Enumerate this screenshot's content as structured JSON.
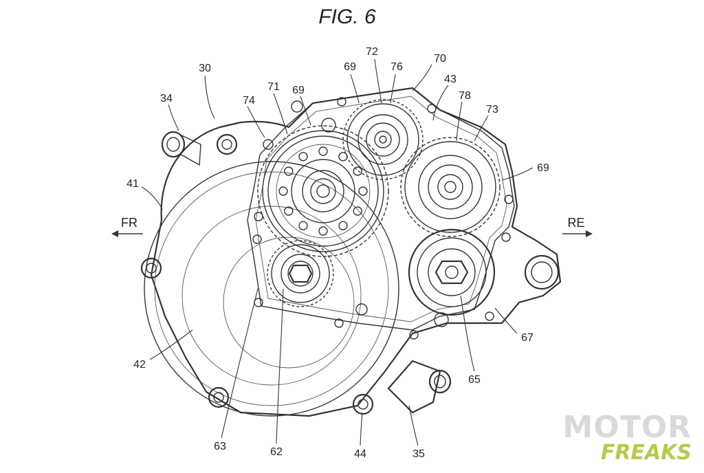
{
  "figure": {
    "title": "FIG. 6"
  },
  "directions": {
    "front": "FR",
    "rear": "RE"
  },
  "reference_numerals": [
    {
      "id": "n30",
      "text": "30"
    },
    {
      "id": "n34",
      "text": "34"
    },
    {
      "id": "n41",
      "text": "41"
    },
    {
      "id": "n74",
      "text": "74"
    },
    {
      "id": "n71",
      "text": "71"
    },
    {
      "id": "n69a",
      "text": "69"
    },
    {
      "id": "n69b",
      "text": "69"
    },
    {
      "id": "n72",
      "text": "72"
    },
    {
      "id": "n76",
      "text": "76"
    },
    {
      "id": "n70",
      "text": "70"
    },
    {
      "id": "n43",
      "text": "43"
    },
    {
      "id": "n78",
      "text": "78"
    },
    {
      "id": "n73",
      "text": "73"
    },
    {
      "id": "n69c",
      "text": "69"
    },
    {
      "id": "n67",
      "text": "67"
    },
    {
      "id": "n65",
      "text": "65"
    },
    {
      "id": "n42",
      "text": "42"
    },
    {
      "id": "n63",
      "text": "63"
    },
    {
      "id": "n62",
      "text": "62"
    },
    {
      "id": "n44",
      "text": "44"
    },
    {
      "id": "n35",
      "text": "35"
    }
  ],
  "watermark": {
    "line1": "MOTOR",
    "line2": "FREAKS"
  }
}
